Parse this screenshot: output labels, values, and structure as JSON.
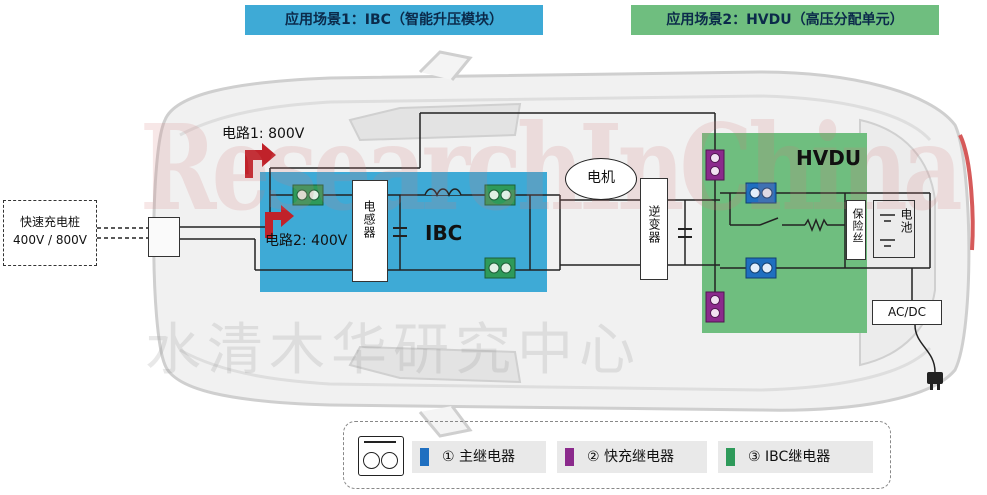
{
  "titles": {
    "scene1": "应用场景1：IBC（智能升压模块）",
    "scene2": "应用场景2：HVDU（高压分配单元）"
  },
  "labels": {
    "circuit1": "电路1: 800V",
    "circuit2": "电路2: 400V",
    "inductor": "电感器",
    "ibc": "IBC",
    "motor": "电机",
    "inverter": "逆变器",
    "hvdu": "HVDU",
    "fuse": "保险丝",
    "battery": "电池",
    "acdc": "AC/DC",
    "charger_line1": "快速充电桩",
    "charger_line2": "400V / 800V"
  },
  "watermark": {
    "latin": "ResearchInChina",
    "cn": "水清木华研究中心"
  },
  "legend": {
    "items": [
      {
        "label": "① 主继电器",
        "color": "#1f6fc0"
      },
      {
        "label": "② 快充继电器",
        "color": "#8b2a8c"
      },
      {
        "label": "③ IBC继电器",
        "color": "#2e9a5a"
      }
    ]
  },
  "colors": {
    "ibc_zone": "#3eaad6",
    "hvdu_zone": "#6fbe7f",
    "arrow": "#c0222a",
    "relay_main": "#1f6fc0",
    "relay_fast": "#8b2a8c",
    "relay_ibc": "#2e9a5a"
  }
}
